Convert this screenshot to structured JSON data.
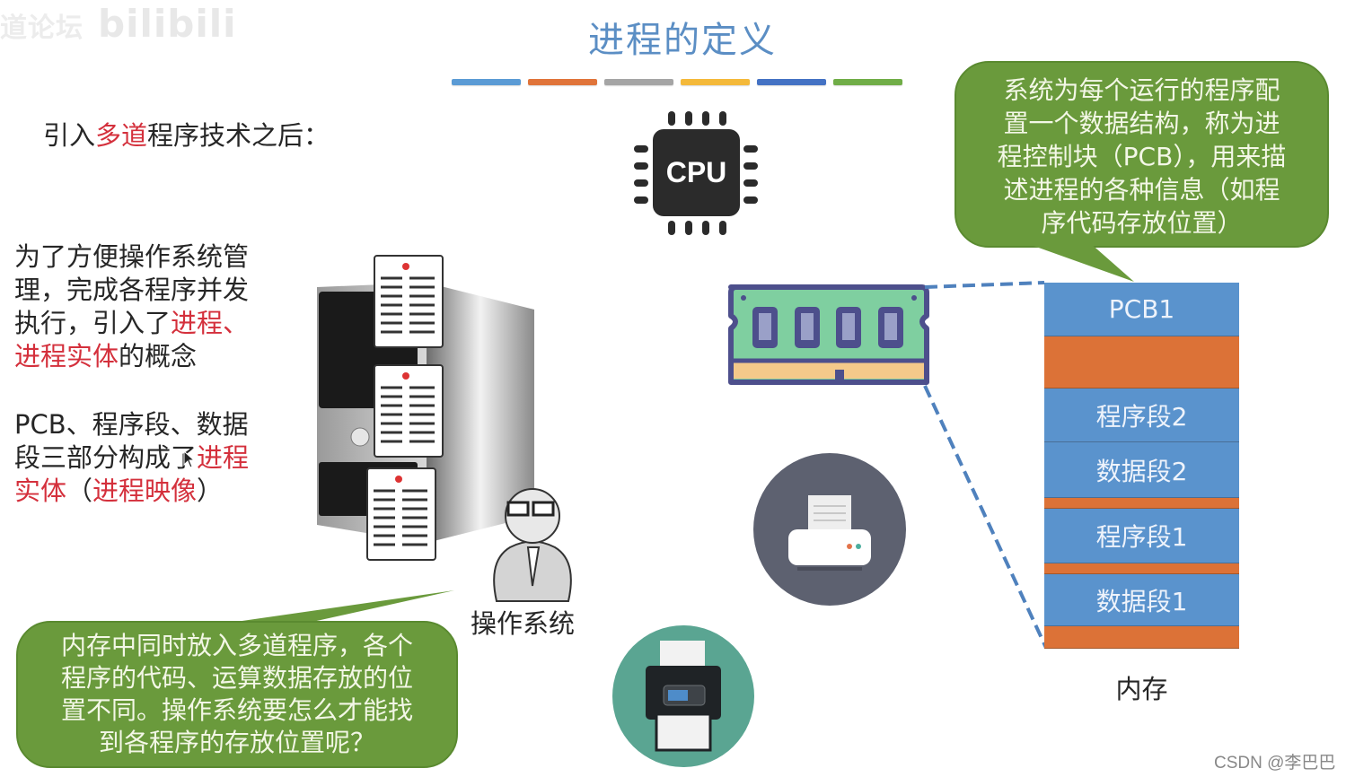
{
  "watermark": {
    "text": "道论坛",
    "brand": "bilibili"
  },
  "header": {
    "title": "进程的定义",
    "color_bars": [
      "#5b9bd5",
      "#e0743a",
      "#a5a5a5",
      "#f4b93a",
      "#4472c4",
      "#70ad47"
    ]
  },
  "intro": {
    "prefix": "引入",
    "highlight": "多道",
    "suffix": "程序技术之后："
  },
  "paragraph1": {
    "line1": "为了方便操作系统管",
    "line2": "理，完成各程序并发",
    "line3_a": "执行，引入了",
    "line3_b": "进程、",
    "line4_a": "进程实体",
    "line4_b": "的概念"
  },
  "paragraph2": {
    "line1": "PCB、程序段、数据",
    "line2_a": "段三部分构成了",
    "line2_b": "进程",
    "line3_a": "实体",
    "line3_b": "（",
    "line3_c": "进程映像",
    "line3_d": "）"
  },
  "bubble_top": {
    "lines": [
      "系统为每个运行的程序配",
      "置一个数据结构，称为进",
      "程控制块（PCB），用来描",
      "述进程的各种信息（如程",
      "序代码存放位置）"
    ]
  },
  "bubble_bottom": {
    "lines": [
      "内存中同时放入多道程序，各个",
      "程序的代码、运算数据存放的位",
      "置不同。操作系统要怎么才能找",
      "到各程序的存放位置呢？"
    ]
  },
  "cpu": {
    "label": "CPU"
  },
  "os_label": "操作系统",
  "memory": {
    "label": "内存",
    "segments": [
      {
        "label": "PCB1",
        "kind": "used"
      },
      {
        "label": "",
        "kind": "free"
      },
      {
        "label": "程序段2",
        "kind": "used"
      },
      {
        "label": "数据段2",
        "kind": "used"
      },
      {
        "label": "",
        "kind": "free"
      },
      {
        "label": "程序段1",
        "kind": "used"
      },
      {
        "label": "",
        "kind": "free"
      },
      {
        "label": "数据段1",
        "kind": "used"
      },
      {
        "label": "",
        "kind": "free"
      }
    ],
    "colors": {
      "used": "#5a93cd",
      "free": "#dc7237"
    }
  },
  "footer": {
    "credit": "CSDN @李巴巴"
  }
}
